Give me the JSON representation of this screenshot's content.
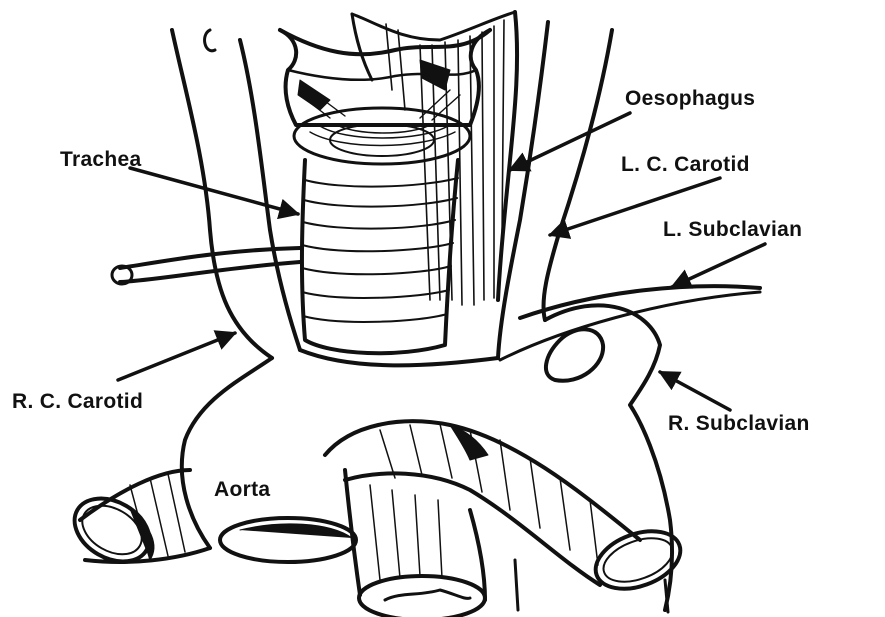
{
  "diagram": {
    "labels": {
      "oesophagus": "Oesophagus",
      "trachea": "Trachea",
      "l_c_carotid": "L. C. Carotid",
      "l_subclavian": "L. Subclavian",
      "r_c_carotid": "R. C. Carotid",
      "r_subclavian": "R. Subclavian",
      "aorta": "Aorta"
    },
    "colors": {
      "ink": "#111111",
      "background": "#ffffff"
    }
  }
}
